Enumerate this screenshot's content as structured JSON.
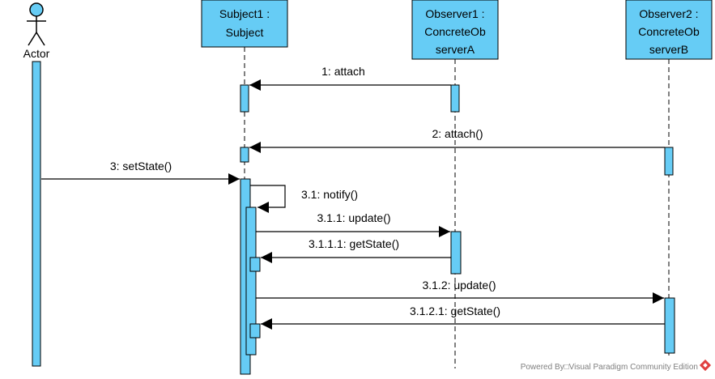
{
  "diagram": {
    "actor": {
      "label": "Actor"
    },
    "lifelines": [
      {
        "line1": "Subject1 :",
        "line2": "Subject"
      },
      {
        "line1": "Observer1 :",
        "line2": "ConcreteOb",
        "line3": "serverA"
      },
      {
        "line1": "Observer2 :",
        "line2": "ConcreteOb",
        "line3": "serverB"
      }
    ],
    "messages": [
      {
        "label": "1: attach"
      },
      {
        "label": "2: attach()"
      },
      {
        "label": "3: setState()"
      },
      {
        "label": "3.1: notify()"
      },
      {
        "label": "3.1.1: update()"
      },
      {
        "label": "3.1.1.1: getState()"
      },
      {
        "label": "3.1.2: update()"
      },
      {
        "label": "3.1.2.1: getState()"
      }
    ],
    "footer": {
      "text": "Powered By□Visual Paradigm Community Edition"
    },
    "colors": {
      "box_fill": "#66ccf5",
      "stroke": "#000000",
      "footer_text": "#7f7f7f"
    }
  }
}
